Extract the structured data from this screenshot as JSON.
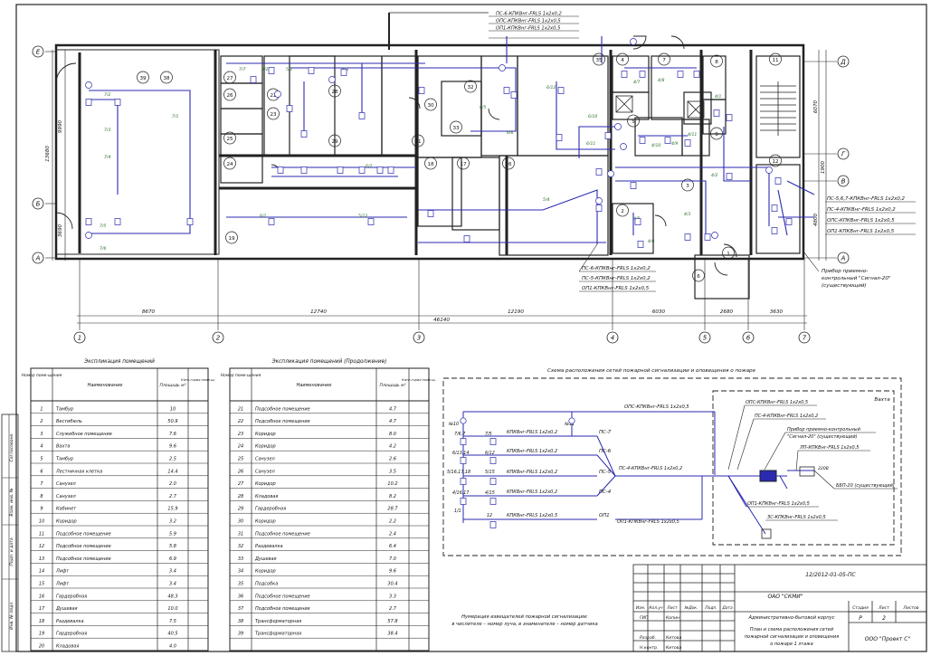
{
  "plan": {
    "top_legend": [
      "ПС-6-КПКВнг-FRLS 1х2х0,2",
      "ОПС-КПКВнг-FRLS 1х2х0,5",
      "ОП1-КПКВнг-FRLS 1х2х0,5"
    ],
    "right_legend": [
      "ПС-5,6,7-КПКВнг-FRLS 1х2х0,2",
      "ПС-4-КПКВнг-FRLS 1х2х0,2",
      "ОПС-КПКВнг-FRLS 1х2х0,5",
      "ОП1-КПКВнг-FRLS 1х2х0,5"
    ],
    "bottom_legend": [
      "ПС-6-КПКВнг-FRLS 1х2х0,2",
      "ПС-5-КПКВнг-FRLS 1х2х0,2",
      "ОП1-КПКВнг-FRLS 1х2х0,5"
    ],
    "device_note": [
      "Прибор приемно-",
      "контрольный \"Сигнал-20\"",
      "(существующий)"
    ],
    "axes_left": [
      "Е",
      "Б",
      "А"
    ],
    "axes_right": [
      "Д",
      "Г",
      "В",
      "А"
    ],
    "axes_bottom": [
      "1",
      "2",
      "3",
      "4",
      "5",
      "6",
      "7"
    ],
    "dims_bottom": [
      "8670",
      "12740",
      "12190",
      "6030",
      "2680",
      "3630"
    ],
    "dim_total": "46140",
    "dims_left": [
      "13680",
      "9990",
      "3690"
    ],
    "dims_right": [
      "6070",
      "4800",
      "1900"
    ],
    "room_numbers": [
      "39",
      "38",
      "27",
      "26",
      "25",
      "24",
      "19",
      "23",
      "22",
      "30",
      "29",
      "28",
      "32",
      "33",
      "31",
      "18",
      "17",
      "16",
      "35",
      "4",
      "5",
      "7",
      "8",
      "9",
      "11",
      "12",
      "2",
      "3",
      "1",
      "6"
    ],
    "line_labels": [
      "7/2",
      "7/3",
      "7/1",
      "7/4",
      "7/5",
      "7/6",
      "7/7",
      "5/2",
      "5/1",
      "5/3",
      "5/4",
      "6/2",
      "6/1",
      "5/12",
      "6/5",
      "6/6",
      "4/1",
      "4/2",
      "4/3",
      "4/5",
      "4/6",
      "4/7",
      "4/8",
      "4/9",
      "4/10",
      "4/11",
      "6/10",
      "6/11",
      "6/12"
    ]
  },
  "explication_left": {
    "title": "Экспликация помещений",
    "headers": [
      "Номер поме-щения",
      "Наименование",
      "Площадь м²",
      "Кате-гория поме-щ."
    ],
    "rows": [
      [
        "1",
        "Тамбур",
        "10"
      ],
      [
        "2",
        "Вестибюль",
        "50.9"
      ],
      [
        "3",
        "Служебное помещение",
        "7.6"
      ],
      [
        "4",
        "Вахта",
        "9.6"
      ],
      [
        "5",
        "Тамбур",
        "2.5"
      ],
      [
        "6",
        "Лестничная клетка",
        "14.4"
      ],
      [
        "7",
        "Санузел",
        "2.0"
      ],
      [
        "8",
        "Санузел",
        "2.7"
      ],
      [
        "9",
        "Кабинет",
        "15.9"
      ],
      [
        "10",
        "Коридор",
        "3.2"
      ],
      [
        "11",
        "Подсобное помещение",
        "5.9"
      ],
      [
        "12",
        "Подсобное помещение",
        "5.8"
      ],
      [
        "13",
        "Подсобное помещение",
        "6.9"
      ],
      [
        "14",
        "Лифт",
        "3.4"
      ],
      [
        "15",
        "Лифт",
        "3.4"
      ],
      [
        "16",
        "Гардеробная",
        "48.3"
      ],
      [
        "17",
        "Душевая",
        "10.0"
      ],
      [
        "18",
        "Раздевалка",
        "7.5"
      ],
      [
        "19",
        "Гардеробная",
        "40.5"
      ],
      [
        "20",
        "Кладовая",
        "4.0"
      ]
    ]
  },
  "explication_right": {
    "title": "Экспликация помещений (Продолжение)",
    "headers": [
      "Номер поме-щения",
      "Наименование",
      "Площадь м²",
      "Кате-гория поме-щ."
    ],
    "rows": [
      [
        "21",
        "Подсобное помещение",
        "4.7"
      ],
      [
        "22",
        "Подсобное помещение",
        "4.7"
      ],
      [
        "23",
        "Коридор",
        "8.0"
      ],
      [
        "24",
        "Коридор",
        "4.2"
      ],
      [
        "25",
        "Санузел",
        "2.6"
      ],
      [
        "26",
        "Санузел",
        "3.5"
      ],
      [
        "27",
        "Коридор",
        "10.2"
      ],
      [
        "28",
        "Кладовая",
        "8.2"
      ],
      [
        "29",
        "Гардеробная",
        "28.7"
      ],
      [
        "30",
        "Коридор",
        "2.2"
      ],
      [
        "31",
        "Подсобное помещение",
        "2.4"
      ],
      [
        "32",
        "Раздевалка",
        "6.4"
      ],
      [
        "33",
        "Душевая",
        "7.0"
      ],
      [
        "34",
        "Коридор",
        "9.6"
      ],
      [
        "35",
        "Подсобка",
        "30.4"
      ],
      [
        "36",
        "Подсобное помещение",
        "3.3"
      ],
      [
        "37",
        "Подсобное помещение",
        "2.7"
      ],
      [
        "38",
        "Трансформаторная",
        "57.8"
      ],
      [
        "39",
        "Трансформаторная",
        "38.4"
      ]
    ]
  },
  "scheme": {
    "title": "Схема расположения сетей пожарной сигнализации и оповещения о пожаре",
    "vakhta": "Вахта",
    "main_line": "ОПС-КПКВнг-FRLS 1х2х0,5",
    "loops": [
      {
        "label": "КПКВнг-FRLS 1х2х0,2",
        "end": "ПС-7"
      },
      {
        "label": "КПКВнг-FRLS 1х2х0,2",
        "end": "ПС-6"
      },
      {
        "label": "КПКВнг-FRLS 1х2х0,2",
        "end": "ПС-5"
      },
      {
        "label": "КПКВнг-FRLS 1х2х0,2",
        "end": "ПС-4"
      },
      {
        "label": "КПКВнг-FRLS 1х2х0,5",
        "end": "ОП1"
      }
    ],
    "mid_line": "ПС-4-КПКВнг-FRLS 1х2х0,2",
    "op1_line": "ОП1-КПКВнг-FRLS 1х2х0,5",
    "det_labels": [
      "№10",
      "№11",
      "7/6,7",
      "7/5",
      "6/13,14",
      "6/12",
      "5/16,17,18",
      "5/15",
      "4/16,17",
      "4/15",
      "12",
      "1/1"
    ],
    "right_lines": [
      "ОПС-КПКВнг-FRLS 1х2х0,5",
      "ПС-4-КПКВнг-FRLS 1х2х0,2",
      "Прибор приемно-контрольный",
      "\"Сигнал-20\" (существующий)",
      "ЛП-КПКВнг-FRLS 1х2х0,5",
      "ББП-20 (существующий)",
      "ОП1-КПКВнг-FRLS 1х2х0,5",
      "ЗС-КПКВнг-FRLS 1х2х0,5"
    ],
    "volt": "220В"
  },
  "numbering_note": [
    "Нумерация извещателей пожарной сигнализации:",
    "в числителе – номер луча, в знаменателе – номер датчика"
  ],
  "stamp": {
    "code": "12/2012-01-05-ПС",
    "org": "ОАО \"СКМИ\"",
    "object": "Административно-бытовой корпус",
    "cols": [
      "Изм.",
      "Кол.уч",
      "Лист",
      "№Док.",
      "Подп.",
      "Дата"
    ],
    "gip_label": "ГИП",
    "gip_name": "Копин",
    "dev_label": "Разраб.",
    "dev_name": "Китова",
    "nk_label": "Н.контр.",
    "nk_name": "Китова",
    "stage_hdr": [
      "Стадия",
      "Лист",
      "Листов"
    ],
    "stage": "Р",
    "sheet": "2",
    "sheets": "",
    "sheet_title": [
      "План и схема расположения сетей",
      "пожарной сигнализации и оповещения",
      "о пожаре 1 этажа"
    ],
    "company": "ООО \"Проект С\""
  },
  "side_stamp": [
    "Согласовано",
    "Взам. инв. №",
    "Подп. и дата",
    "Инв. № подл."
  ]
}
